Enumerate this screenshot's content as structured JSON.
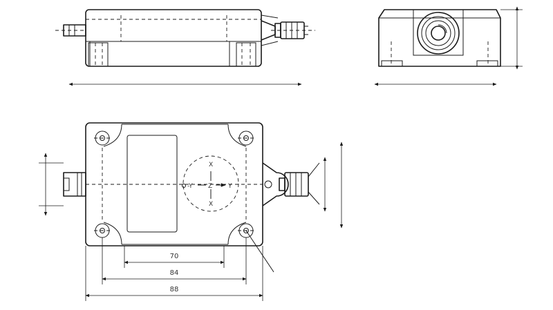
{
  "drawing": {
    "line_color": "#1a1a1a",
    "background": "#ffffff"
  },
  "dimensions": {
    "inner": "70",
    "middle": "84",
    "overall": "88"
  },
  "axes": {
    "neg_y": "-Y",
    "z": "Z",
    "pos_y": "Y",
    "x": "X"
  }
}
